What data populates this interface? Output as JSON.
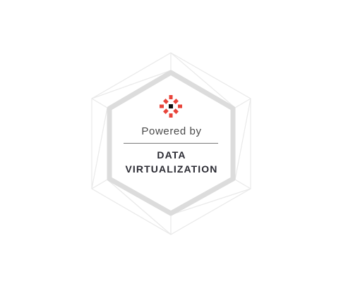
{
  "badge": {
    "tagline": "Powered by",
    "product_line_1": "DATA",
    "product_line_2": "VIRTUALIZATION",
    "logo_icon": "burst-logo-icon"
  },
  "colors": {
    "logo_red": "#e8443a",
    "logo_center": "#111111",
    "hexagon_frame": "#dcdcdc",
    "wireframe": "#e9e9e9",
    "text_dark": "#2b2b33",
    "text_light": "#4a4a4a"
  }
}
